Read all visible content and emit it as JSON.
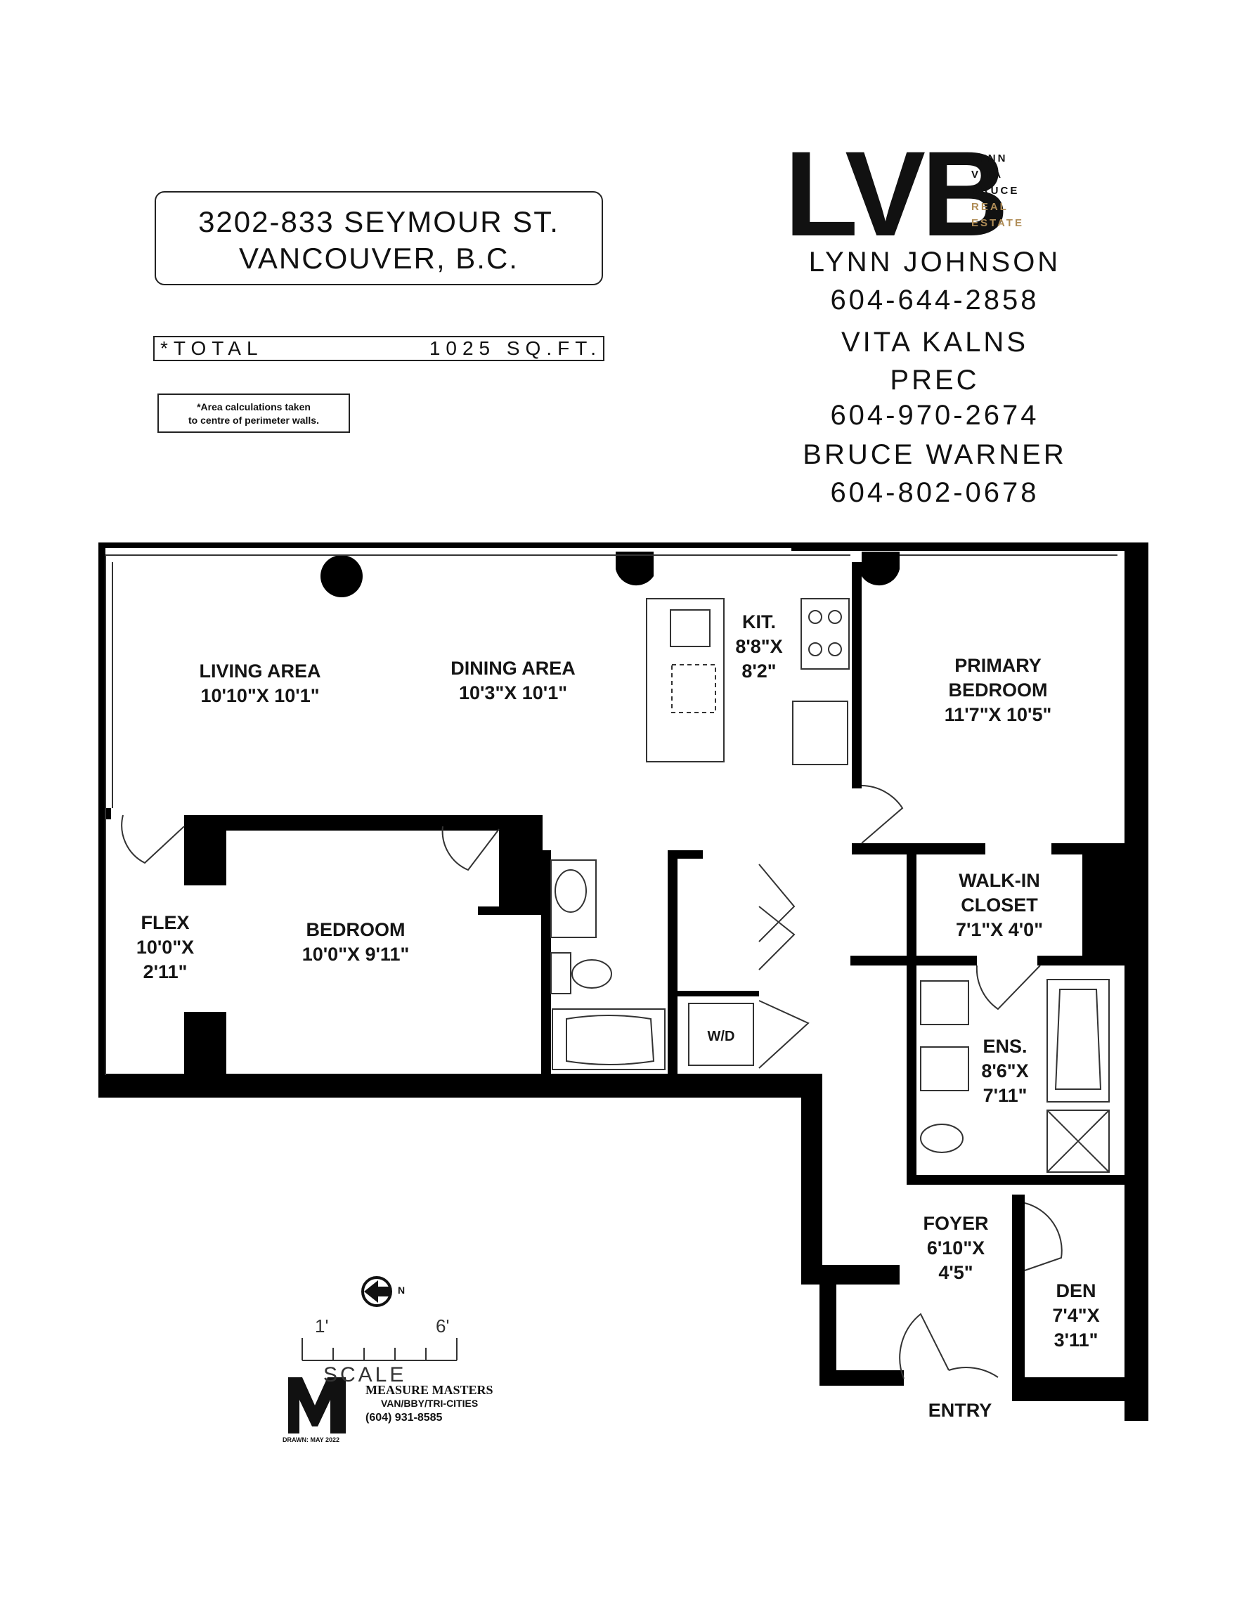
{
  "address": {
    "line1": "3202-833 SEYMOUR ST.",
    "line2": "VANCOUVER, B.C."
  },
  "total": {
    "label": "*TOTAL",
    "value": "1025 SQ.FT."
  },
  "note": {
    "line1": "*Area calculations taken",
    "line2": "to centre of perimeter walls."
  },
  "logo": {
    "letters": "LVB",
    "word1": "LYNN",
    "word2": "VITA",
    "word3": "BRUCE",
    "word4": "REAL",
    "word5": "ESTATE",
    "accent_color": "#b08d57"
  },
  "contacts": [
    {
      "name": "LYNN JOHNSON",
      "phone": "604-644-2858"
    },
    {
      "name": "VITA KALNS",
      "title": "PREC",
      "phone": "604-970-2674"
    },
    {
      "name": "BRUCE WARNER",
      "phone": "604-802-0678"
    }
  ],
  "rooms": {
    "living": {
      "name": "LIVING AREA",
      "dims": "10'10\"X 10'1\""
    },
    "dining": {
      "name": "DINING AREA",
      "dims": "10'3\"X 10'1\""
    },
    "kitchen": {
      "name": "KIT.",
      "dims1": "8'8\"X",
      "dims2": "8'2\""
    },
    "primary": {
      "name1": "PRIMARY",
      "name2": "BEDROOM",
      "dims": "11'7\"X 10'5\""
    },
    "flex": {
      "name": "FLEX",
      "dims1": "10'0\"X",
      "dims2": "2'11\""
    },
    "bedroom": {
      "name": "BEDROOM",
      "dims": "10'0\"X 9'11\""
    },
    "walkin": {
      "name1": "WALK-IN",
      "name2": "CLOSET",
      "dims": "7'1\"X 4'0\""
    },
    "ensuite": {
      "name": "ENS.",
      "dims1": "8'6\"X",
      "dims2": "7'11\""
    },
    "foyer": {
      "name": "FOYER",
      "dims1": "6'10\"X",
      "dims2": "4'5\""
    },
    "den": {
      "name": "DEN",
      "dims1": "7'4\"X",
      "dims2": "3'11\""
    },
    "washer_dryer": "W/D",
    "entry": "ENTRY"
  },
  "compass": {
    "label": "N"
  },
  "scale": {
    "label": "SCALE",
    "start": "1'",
    "end": "6'"
  },
  "measure_masters": {
    "brand": "MEASURE MASTERS",
    "region": "VAN/BBY/TRI-CITIES",
    "phone": "(604) 931-8585",
    "drawn": "DRAWN: MAY 2022"
  }
}
